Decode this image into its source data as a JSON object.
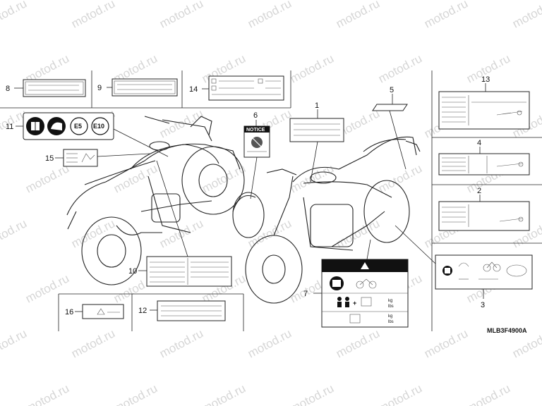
{
  "watermark": "motod.ru",
  "diagram_code": "MLB3F4900A",
  "callouts": {
    "n1": "1",
    "n2": "2",
    "n3": "3",
    "n4": "4",
    "n5": "5",
    "n6": "6",
    "n7": "7",
    "n8": "8",
    "n9": "9",
    "n10": "10",
    "n11": "11",
    "n12": "12",
    "n13": "13",
    "n14": "14",
    "n15": "15",
    "n16": "16"
  },
  "label_texts": {
    "fuel_e5": "E5",
    "fuel_e10": "E10",
    "notice": "NOTICE",
    "kg": "kg",
    "lbs": "lbs"
  },
  "icons": [
    "manual-icon",
    "helmet-icon",
    "warning-triangle-icon",
    "motorcycle-icon",
    "rider-icon",
    "passenger-icon",
    "luggage-icon",
    "chain-icon"
  ]
}
